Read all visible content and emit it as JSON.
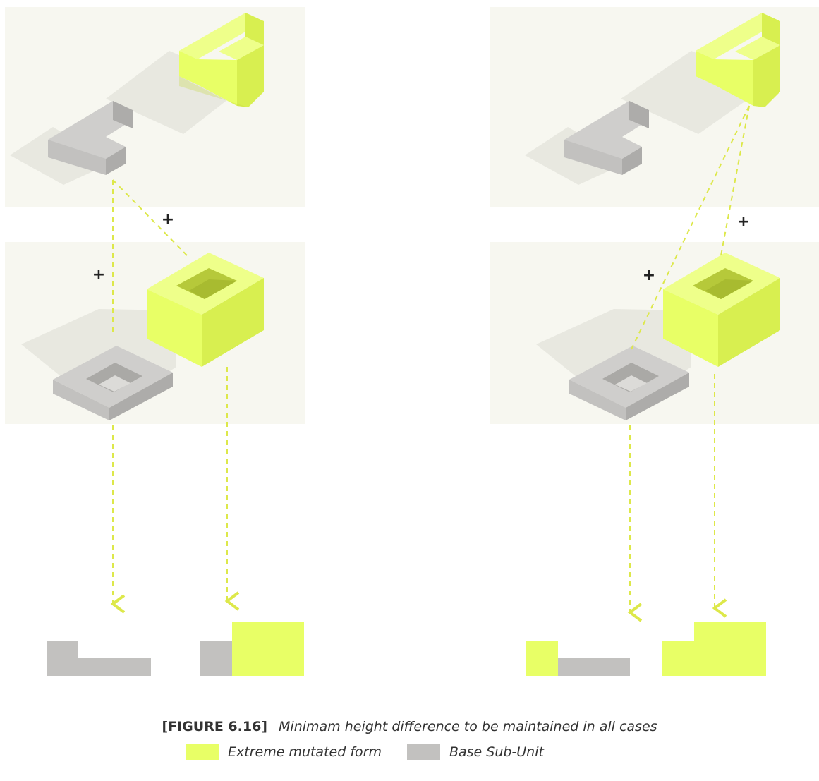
{
  "figure": {
    "label": "[FIGURE 6.16]",
    "text": "Minimam height difference to be maintained in all cases"
  },
  "legend": [
    {
      "label": "Extreme mutated form",
      "color": "#e8ff66"
    },
    {
      "label": "Base Sub-Unit",
      "color": "#c2c1bf"
    }
  ],
  "markers": {
    "plus": "+"
  },
  "colors": {
    "yellow": "#e8ff66",
    "yellow_side": "#d8ef50",
    "yellow_dark": "#c4d840",
    "grey": "#c2c1bf",
    "grey_top": "#cfcecc",
    "grey_side": "#adacaa",
    "panel": "#f7f7f0",
    "shadow": "#e8e8e0",
    "dash": "#dde84a"
  }
}
